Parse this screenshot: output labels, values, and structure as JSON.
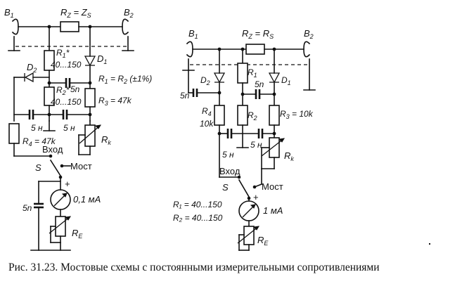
{
  "left": {
    "b1": "B",
    "b1_sub": "1",
    "b2": "B",
    "b2_sub": "2",
    "rz": "R",
    "rz_sub": "Z",
    "rz_eq": " = Z",
    "rz_eq_sub": "S",
    "r1": "R",
    "r1_sub": "1",
    "r1_mark": "*",
    "r1_val": "40...150",
    "r2": "R",
    "r2_sub": "2",
    "r2_mark": "*",
    "r2_val": "40...150",
    "d1": "D",
    "d1_sub": "1",
    "d2": "D",
    "d2_sub": "2",
    "eq": "R",
    "eq_sub1": "1",
    "eq_mid": " = R",
    "eq_sub2": "2",
    "eq_tol": " (±1%)",
    "r3": "R",
    "r3_sub": "3",
    "r3_val": " = 47k",
    "r4": "R",
    "r4_sub": "4",
    "r4_val": " = 47k",
    "c_top": "5n",
    "c_left": "5 н",
    "c_right": "5 н",
    "rk": "R",
    "rk_sub": "k",
    "vhod": "Вход",
    "most": "Мост",
    "s": "S",
    "plus": "+",
    "meter": "0,1 мА",
    "c_meter": "5n",
    "re": "R",
    "re_sub": "E"
  },
  "right": {
    "b1": "B",
    "b1_sub": "1",
    "b2": "B",
    "b2_sub": "2",
    "rz": "R",
    "rz_sub": "Z",
    "rz_eq": " = R",
    "rz_eq_sub": "S",
    "r1": "R",
    "r1_sub": "1",
    "r2": "R",
    "r2_sub": "2",
    "d1": "D",
    "d1_sub": "1",
    "d2": "D",
    "d2_sub": "2",
    "c_5n_left": "5n",
    "c_5n_mid": "5n",
    "r4": "R",
    "r4_sub": "4",
    "r4_val": "10k",
    "r3": "R",
    "r3_sub": "3",
    "r3_val": " = 10k",
    "c_left": "5 н",
    "c_right": "5 н",
    "rk": "R",
    "rk_sub": "k",
    "vhod": "Вход",
    "most": "Мост",
    "s": "S",
    "plus": "+",
    "meter": "1 мА",
    "re": "R",
    "re_sub": "E",
    "note1": "R₁ = 40...150",
    "note2": "R₂ = 40...150"
  },
  "caption": "Рис. 31.23. Мостовые схемы с постоянными измерительными сопротивлениями"
}
